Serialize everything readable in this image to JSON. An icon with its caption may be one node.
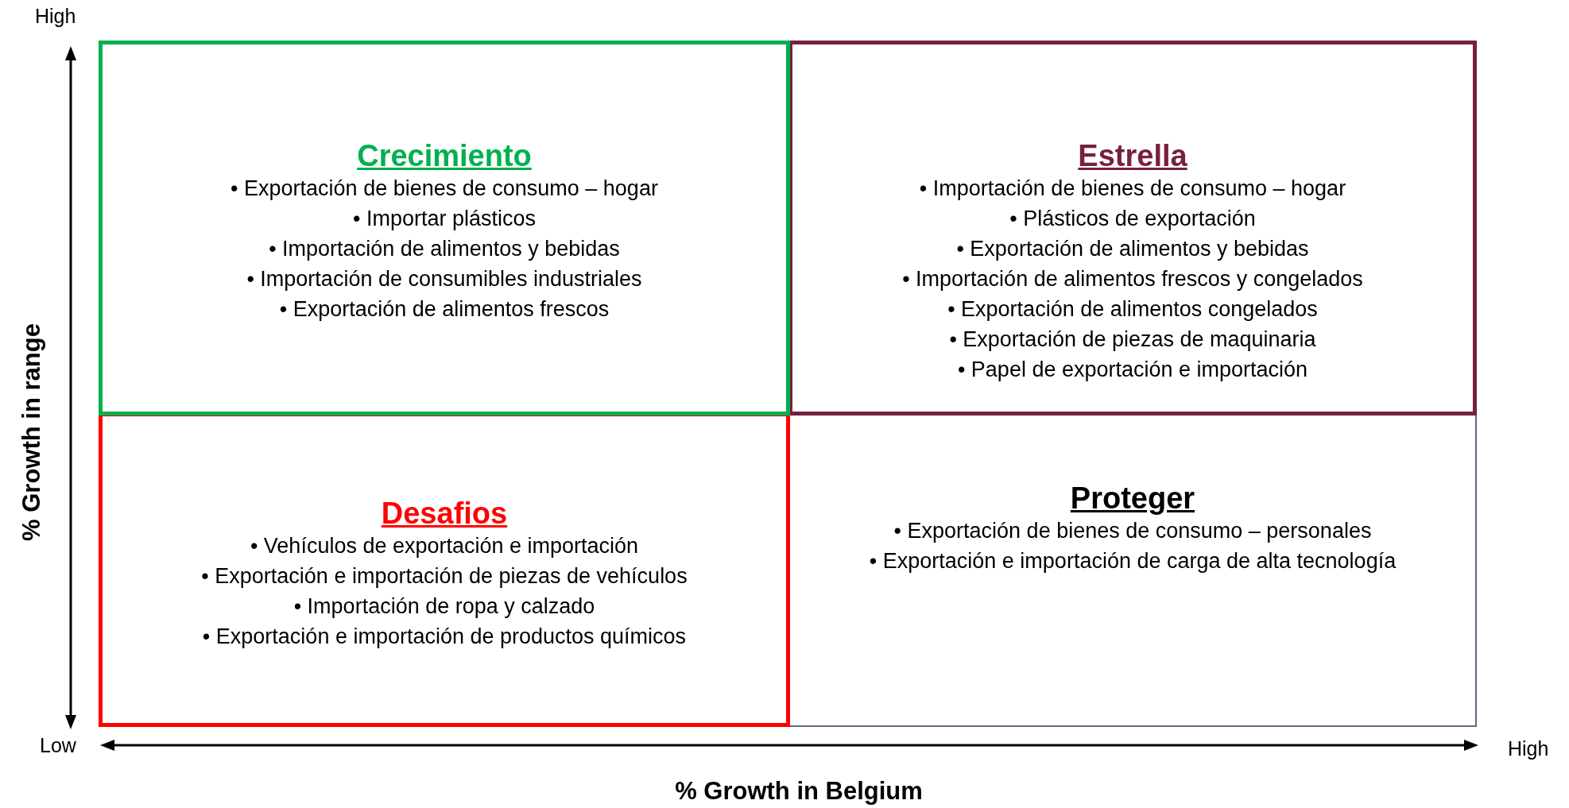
{
  "diagram": {
    "nodes": [
      {
        "text": [
          "Crecimiento",
          "• Exportación de bienes de consumo – hogar",
          "• Importar plásticos",
          "• Importación de alimentos y bebidas",
          "• Importación de consumibles industriales",
          "• Exportación de alimentos frescos"
        ]
      },
      {
        "text": [
          "Estrella",
          "• Importación de bienes de consumo – hogar",
          "• Plásticos de exportación",
          "• Exportación de alimentos y bebidas",
          "• Importación de alimentos frescos y congelados",
          "• Exportación de alimentos congelados",
          "• Exportación de piezas de maquinaria",
          "• Papel de exportación e importación"
        ]
      },
      {
        "text": [
          "Desafios",
          "• Vehículos de exportación e importación",
          "• Exportación e importación de piezas de vehículos",
          "• Importación de ropa y calzado",
          "• Exportación e importación de productos químicos"
        ]
      },
      {
        "text": [
          "Proteger",
          "• Exportación de bienes de consumo – personales",
          "• Exportación e importación de carga de alta tecnología"
        ]
      }
    ],
    "edges": [],
    "labels": [
      "High",
      "% Growth in range",
      "Low",
      "High",
      "% Growth in Belgium"
    ]
  }
}
